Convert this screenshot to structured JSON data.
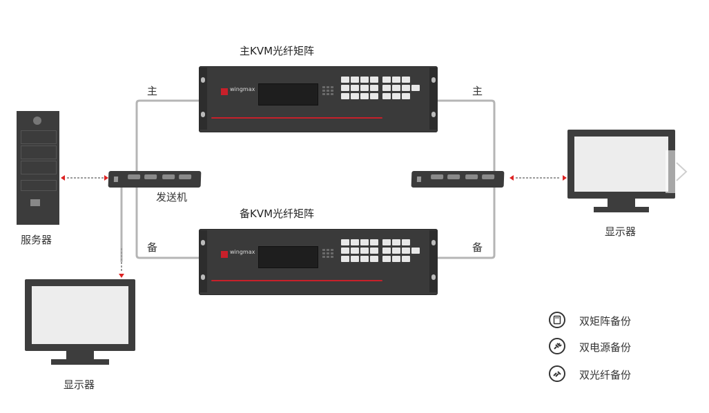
{
  "matrix_main": {
    "title": "主KVM光纤矩阵",
    "brand": "wingmax"
  },
  "matrix_backup": {
    "title": "备KVM光纤矩阵",
    "brand": "wingmax"
  },
  "links": {
    "main_left": "主",
    "main_right": "主",
    "backup_left": "备",
    "backup_right": "备"
  },
  "transmitter": {
    "label": "发送机"
  },
  "server": {
    "label": "服务器"
  },
  "monitor_right": {
    "label": "显示器"
  },
  "monitor_bottom": {
    "label": "显示器"
  },
  "legend": [
    {
      "icon": "matrix-icon",
      "label": "双矩阵备份"
    },
    {
      "icon": "power-plug-icon",
      "label": "双电源备份"
    },
    {
      "icon": "fiber-icon",
      "label": "双光纤备份"
    }
  ],
  "colors": {
    "device": "#3a3a3a",
    "accent": "#c8202a",
    "cable": "#b5b5b5",
    "screen": "#ededed"
  }
}
